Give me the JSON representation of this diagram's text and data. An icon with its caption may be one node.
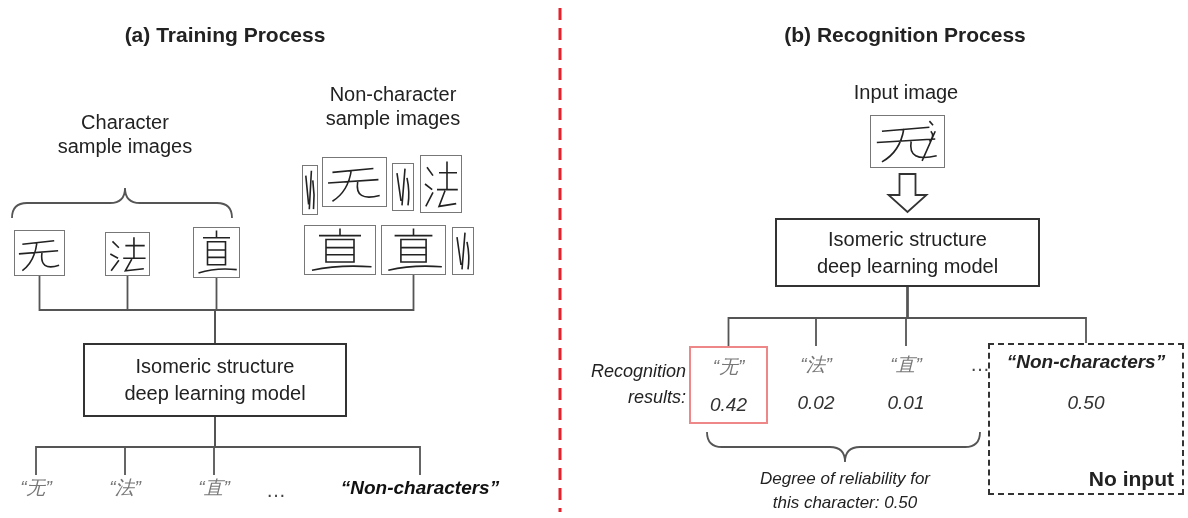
{
  "diagram": {
    "nodes": [
      {
        "text": [],
        "shape": "picture"
      },
      {
        "text": [],
        "shape": "picture"
      },
      {
        "text": [],
        "shape": "picture"
      },
      {
        "text": [],
        "shape": "picture"
      },
      {
        "text": [],
        "shape": "picture"
      },
      {
        "text": [],
        "shape": "picture"
      },
      {
        "text": [],
        "shape": "picture"
      },
      {
        "text": [],
        "shape": "picture"
      },
      {
        "text": [],
        "shape": "picture"
      },
      {
        "text": [],
        "shape": "picture"
      },
      {
        "text": [
          "Isomeric structure deep learning model"
        ]
      },
      {
        "text": [
          "“无”"
        ]
      },
      {
        "text": [
          "“法”"
        ]
      },
      {
        "text": [
          "“直”"
        ]
      },
      {
        "text": [
          "“Non-characters”"
        ]
      },
      {
        "text": [
          "Input image"
        ]
      },
      {
        "text": [
          "Isomeric structure deep learning model"
        ]
      },
      {
        "text": [
          "“无”",
          "0.42"
        ]
      },
      {
        "text": [
          "“法”",
          "0.02"
        ]
      },
      {
        "text": [
          "“直”",
          "0.01"
        ]
      },
      {
        "text": [
          "“Non-characters”",
          "0.50",
          "No input"
        ]
      }
    ],
    "edges": [
      {
        "from": 0,
        "to": 10,
        "arrow": "none"
      },
      {
        "from": 1,
        "to": 10,
        "arrow": "none"
      },
      {
        "from": 2,
        "to": 10,
        "arrow": "none"
      },
      {
        "from": 8,
        "to": 10,
        "arrow": "none"
      },
      {
        "from": 10,
        "to": 11,
        "arrow": "none"
      },
      {
        "from": 10,
        "to": 12,
        "arrow": "none"
      },
      {
        "from": 10,
        "to": 13,
        "arrow": "none"
      },
      {
        "from": 10,
        "to": 14,
        "arrow": "none"
      },
      {
        "from": 15,
        "to": 16,
        "arrow": "to",
        "style": "thick"
      },
      {
        "from": 16,
        "to": 17,
        "arrow": "none"
      },
      {
        "from": 16,
        "to": 18,
        "arrow": "none"
      },
      {
        "from": 16,
        "to": 19,
        "arrow": "none"
      },
      {
        "from": 16,
        "to": 20,
        "arrow": "none"
      }
    ],
    "labels": [
      "(a) Training Process",
      "Character sample images",
      "Non-character sample images",
      "…",
      "(b) Recognition Process",
      "Recognition results:",
      "…",
      "Degree of reliability for this character: 0.50"
    ]
  }
}
